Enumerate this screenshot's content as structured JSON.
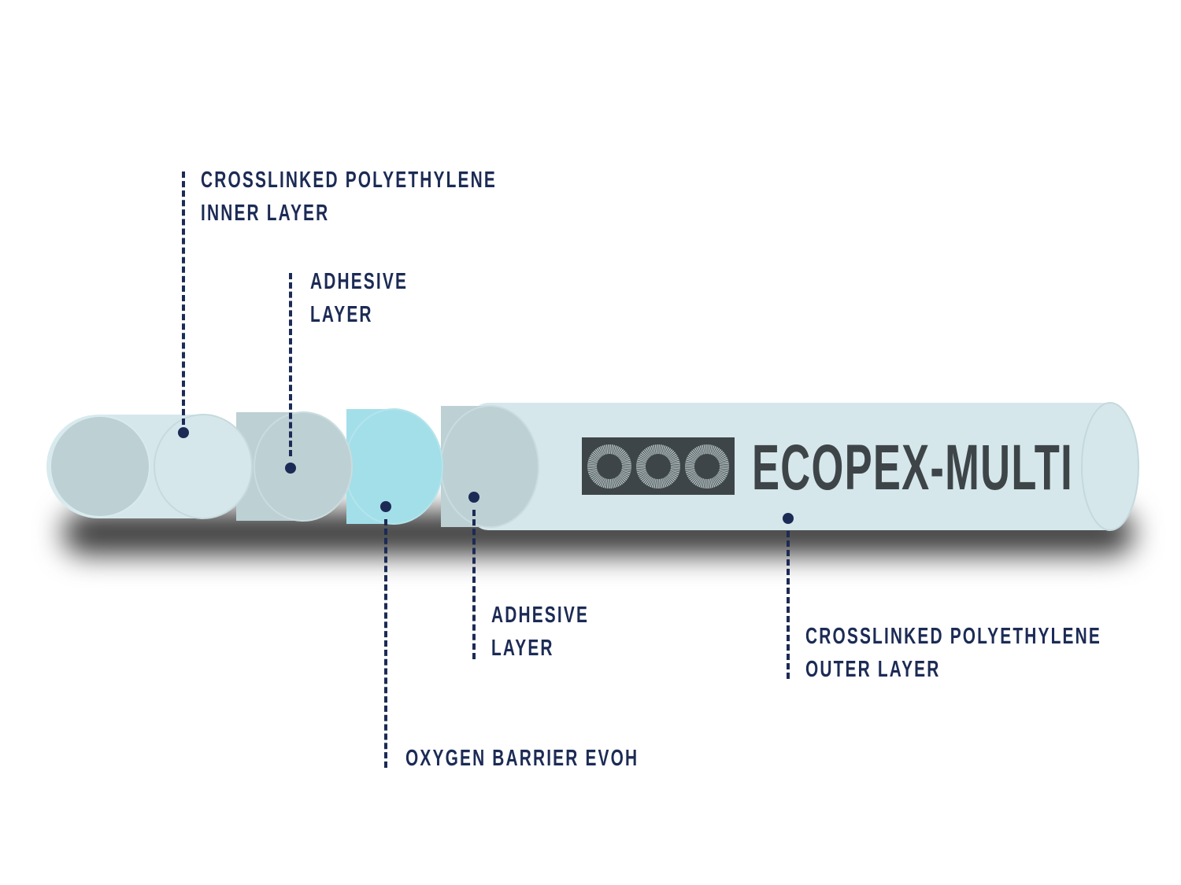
{
  "product": {
    "name": "ECOPEX-MULTI",
    "logo_icon": "three-rings-logo-icon"
  },
  "colors": {
    "label": "#1c2b55",
    "outer_layer": "#d5e7eb",
    "adhesive": "#bdd0d4",
    "evoh": "#a3dfe9",
    "brand_text": "#3e4548"
  },
  "labels": {
    "inner_layer": {
      "line1": "CROSSLINKED POLYETHYLENE",
      "line2": "INNER LAYER"
    },
    "adhesive_inner": {
      "line1": "ADHESIVE",
      "line2": "LAYER"
    },
    "oxygen_barrier": {
      "line1": "OXYGEN BARRIER EVOH"
    },
    "adhesive_outer": {
      "line1": "ADHESIVE",
      "line2": "LAYER"
    },
    "outer_layer": {
      "line1": "CROSSLINKED POLYETHYLENE",
      "line2": "OUTER LAYER"
    }
  }
}
